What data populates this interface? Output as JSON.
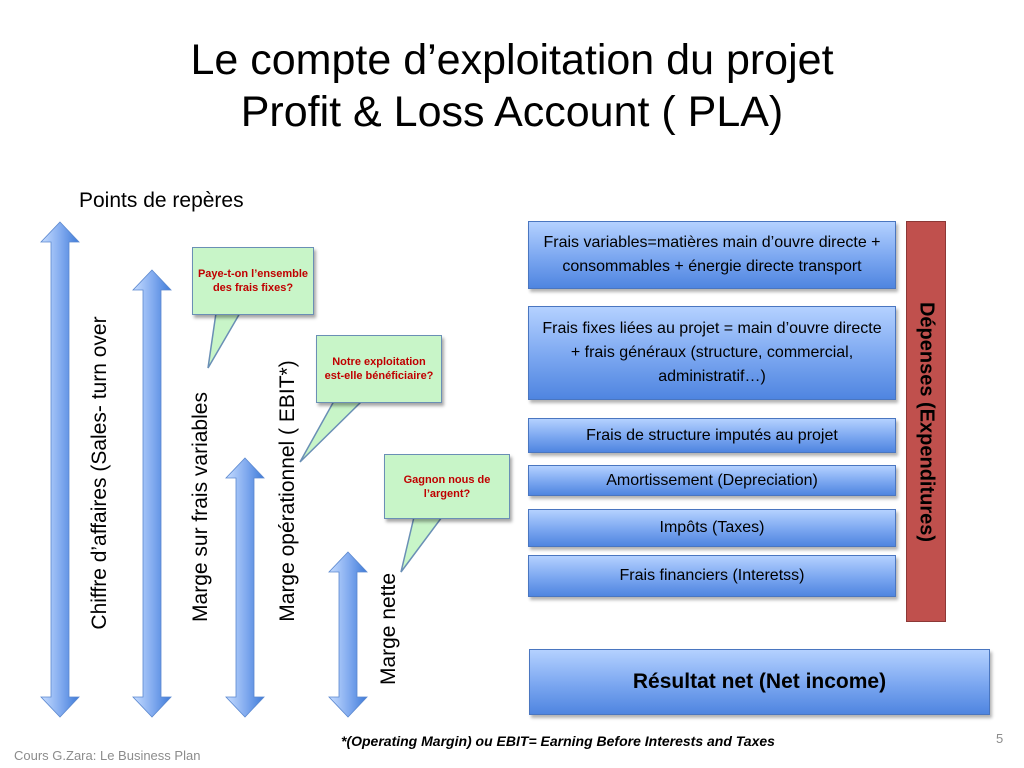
{
  "slide": {
    "title_line1": "Le compte d’exploitation du projet",
    "title_line2": "Profit & Loss Account ( PLA)",
    "points_label": "Points de repères",
    "footnote": "*(Operating Margin) ou EBIT= Earning Before  Interests  and Taxes",
    "slide_number": "5",
    "footer": "Cours G.Zara: Le Business Plan"
  },
  "arrows": [
    {
      "label": "Chiffre d’affaires (Sales- turn over"
    },
    {
      "label": "Marge sur frais variables"
    },
    {
      "label": "Marge opérationnel ( EBIT*)"
    },
    {
      "label": "Marge nette"
    }
  ],
  "callouts": [
    {
      "text": "Paye-t-on l’ensemble des frais fixes?"
    },
    {
      "text": "Notre exploitation est-elle bénéficiaire?"
    },
    {
      "text": "Gagnon nous de l’argent?"
    }
  ],
  "expenses": {
    "bar_label": "Dépenses (Expenditures)",
    "items": [
      {
        "text": "Frais variables=matières main d’ouvre directe + consommables + énergie directe transport"
      },
      {
        "text": "Frais fixes liées au projet = main d’ouvre directe + frais généraux (structure, commercial, administratif…)"
      },
      {
        "text": "Frais de structure imputés au projet"
      },
      {
        "text": "Amortissement (Depreciation)"
      },
      {
        "text": "Impôts (Taxes)"
      },
      {
        "text": "Frais financiers (Interetss)"
      }
    ]
  },
  "result": {
    "text": "Résultat net (Net income)"
  },
  "colors": {
    "arrow_fill_light": "#c6dcff",
    "arrow_fill_dark": "#3f7bd8",
    "callout_fill": "#c8f5c8",
    "callout_text": "#c00000",
    "expenses_bar": "#c0504d"
  }
}
